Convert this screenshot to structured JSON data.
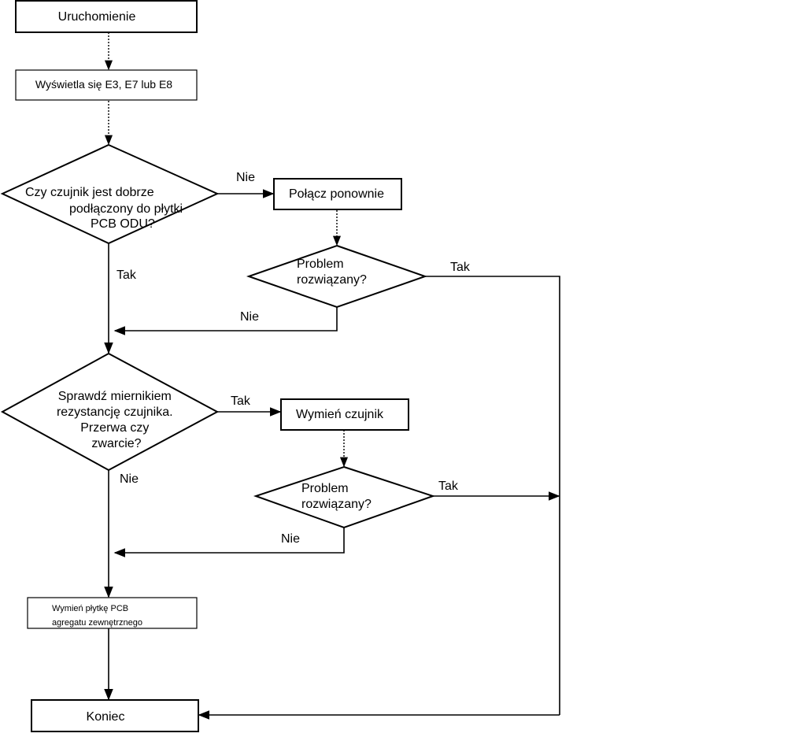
{
  "nodes": {
    "start": "Uruchomienie",
    "display": "Wyświetla się E3, E7 lub E8",
    "q_connected": [
      "Czy czujnik jest dobrze",
      "podłączony do płytki",
      "PCB ODU?"
    ],
    "reconnect": "Połącz ponownie",
    "q_solved_1": [
      "Problem",
      "rozwiązany?"
    ],
    "q_resistance": [
      "Sprawdź miernikiem",
      "rezystancję czujnika.",
      "Przerwa czy",
      "zwarcie?"
    ],
    "replace_sensor": "Wymień czujnik",
    "q_solved_2": [
      "Problem",
      "rozwiązany?"
    ],
    "replace_pcb": [
      "Wymień płytkę PCB",
      "agregatu zewnętrznego"
    ],
    "end": "Koniec"
  },
  "edges": {
    "connected_no": "Nie",
    "connected_yes": "Tak",
    "solved1_yes": "Tak",
    "solved1_no": "Nie",
    "resistance_yes": "Tak",
    "resistance_no": "Nie",
    "solved2_yes": "Tak",
    "solved2_no": "Nie"
  }
}
